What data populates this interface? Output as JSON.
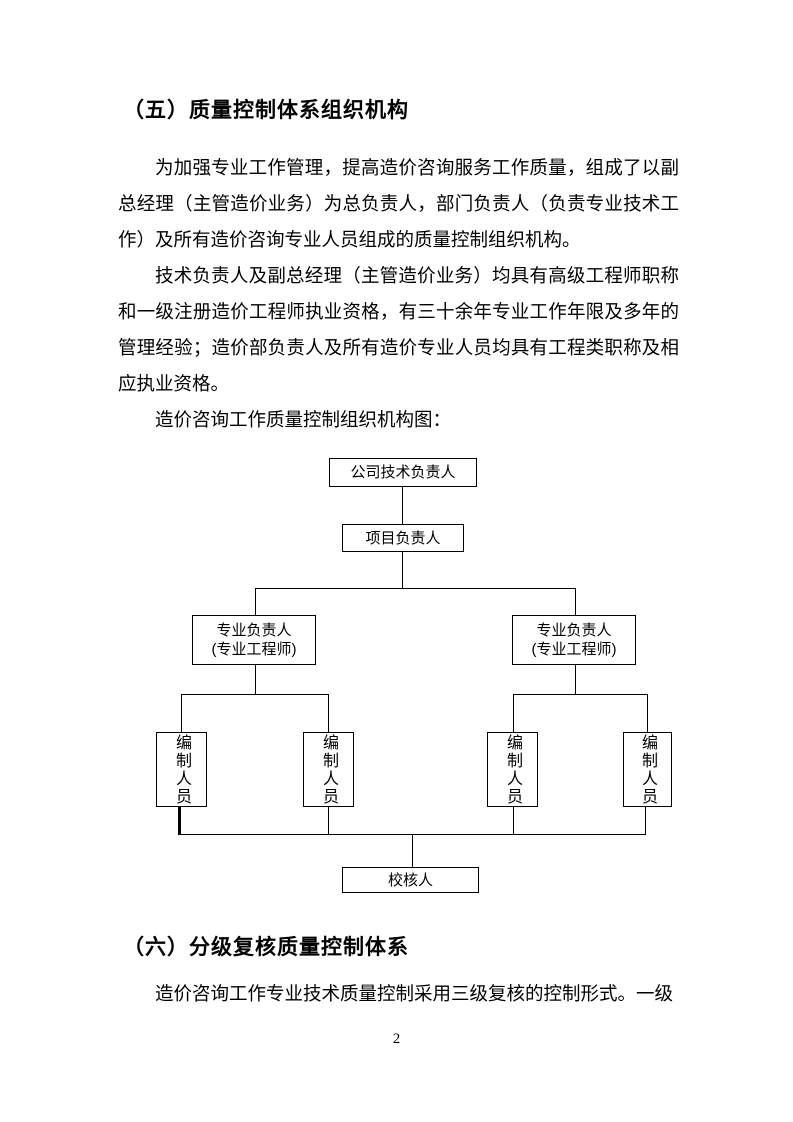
{
  "document": {
    "sections": [
      {
        "heading": "（五）质量控制体系组织机构",
        "paragraphs": [
          "为加强专业工作管理，提高造价咨询服务工作质量，组成了以副总经理（主管造价业务）为总负责人，部门负责人（负责专业技术工作）及所有造价咨询专业人员组成的质量控制组织机构。",
          "技术负责人及副总经理（主管造价业务）均具有高级工程师职称和一级注册造价工程师执业资格，有三十余年专业工作年限及多年的管理经验；造价部负责人及所有造价专业人员均具有工程类职称及相应执业资格。",
          "造价咨询工作质量控制组织机构图："
        ]
      },
      {
        "heading": "（六）分级复核质量控制体系",
        "paragraphs": [
          "造价咨询工作专业技术质量控制采用三级复核的控制形式。一级"
        ]
      }
    ],
    "page_number": "2"
  },
  "diagram": {
    "nodes": {
      "company_tech_leader": "公司技术负责人",
      "project_leader": "项目负责人",
      "specialty_leader_line1": "专业负责人",
      "specialty_leader_line2": "(专业工程师)",
      "compiler": "编制人员",
      "checker": "校核人"
    }
  },
  "colors": {
    "background": "#ffffff",
    "text": "#000000",
    "line": "#000000"
  }
}
